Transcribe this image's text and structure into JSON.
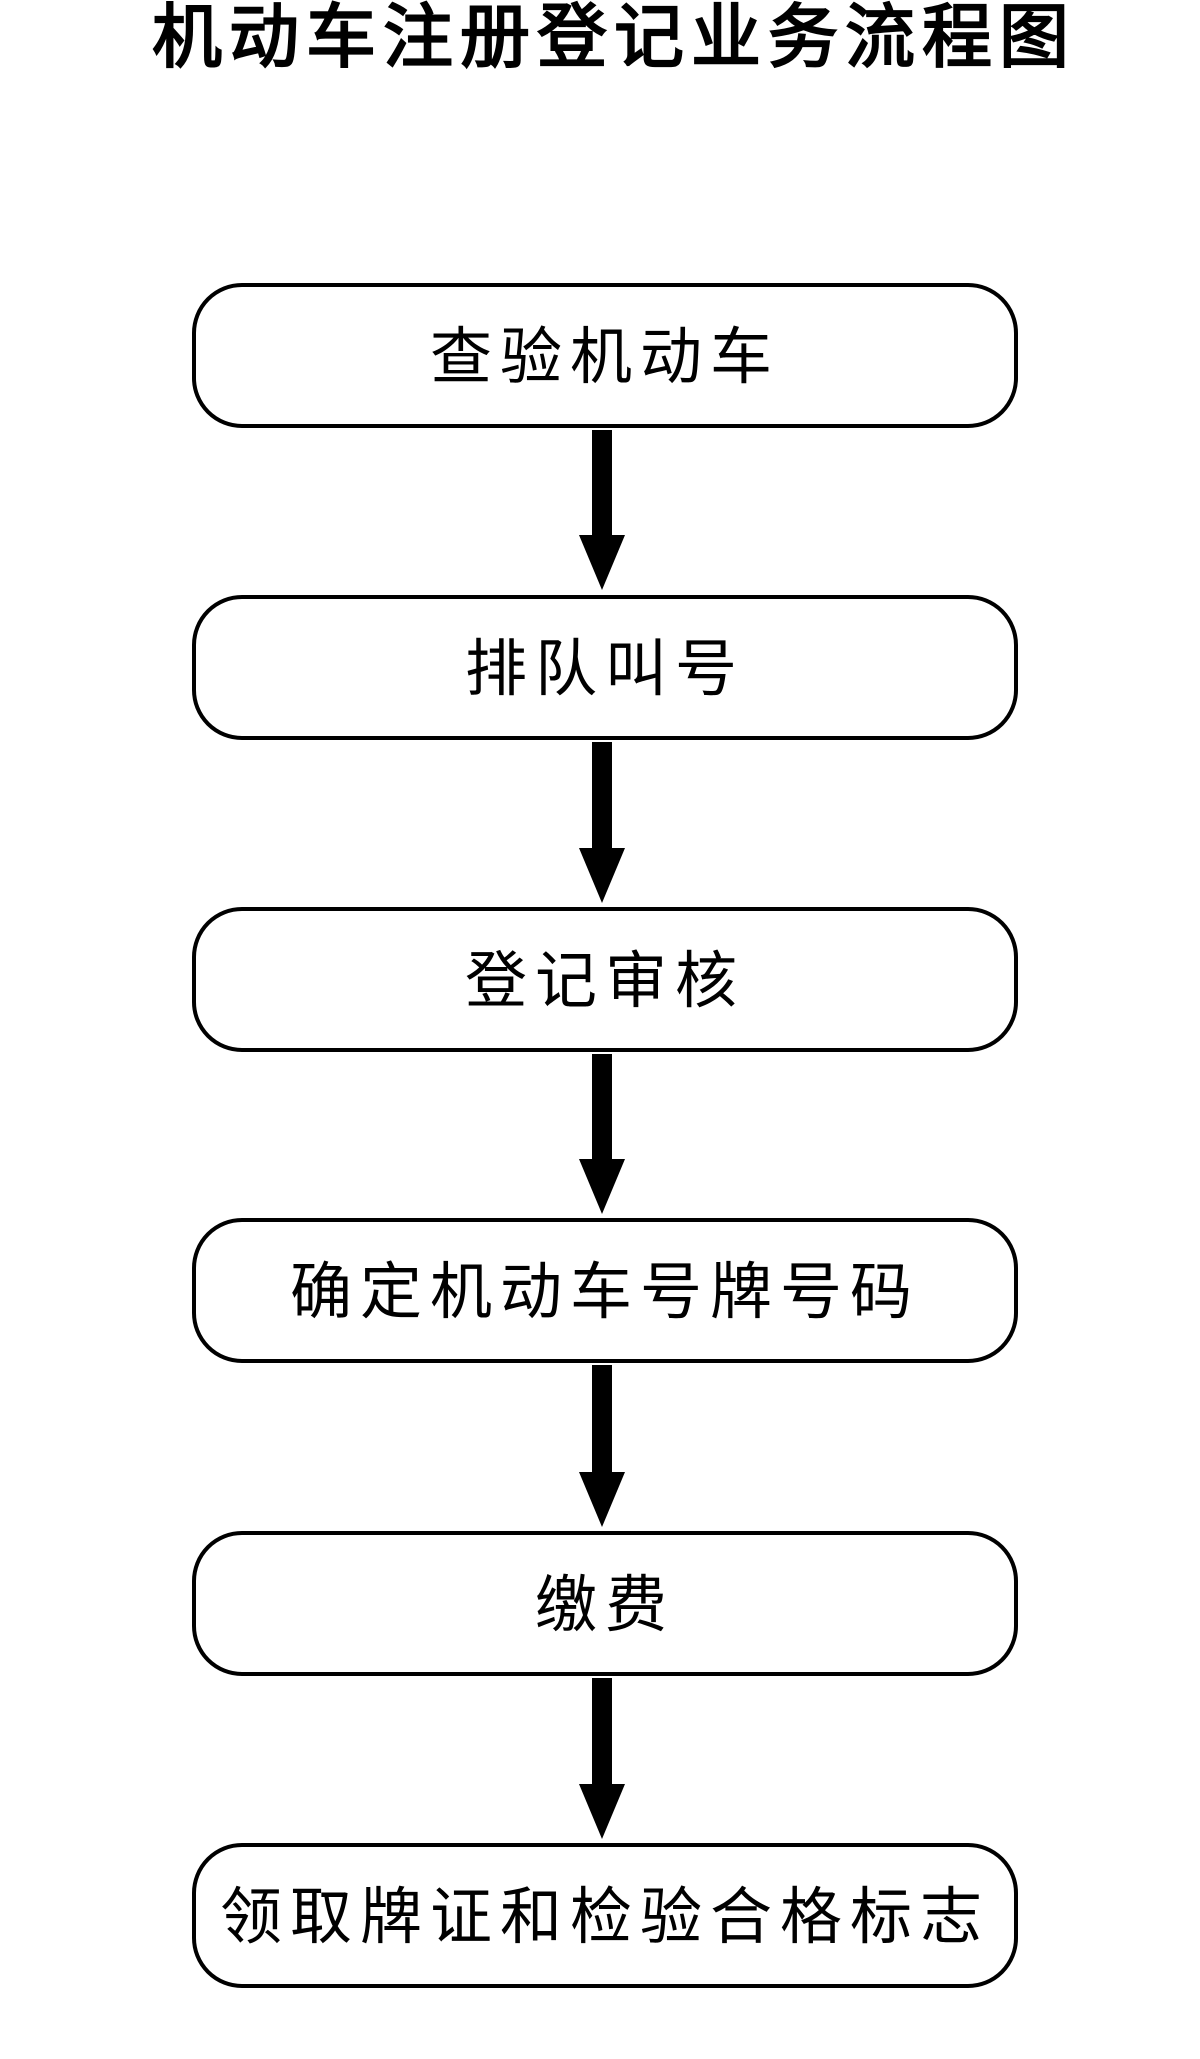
{
  "title": "机动车注册登记业务流程图",
  "flowchart": {
    "type": "flowchart",
    "direction": "top-down",
    "connector_style": "solid-down-arrow",
    "colors": {
      "stroke": "#000000",
      "text": "#000000",
      "background": "#ffffff"
    },
    "steps": [
      {
        "label": "查验机动车"
      },
      {
        "label": "排队叫号"
      },
      {
        "label": "登记审核"
      },
      {
        "label": "确定机动车号牌号码"
      },
      {
        "label": "缴费"
      },
      {
        "label": "领取牌证和检验合格标志"
      }
    ],
    "edges": [
      {
        "from": "查验机动车",
        "to": "排队叫号"
      },
      {
        "from": "排队叫号",
        "to": "登记审核"
      },
      {
        "from": "登记审核",
        "to": "确定机动车号牌号码"
      },
      {
        "from": "确定机动车号牌号码",
        "to": "缴费"
      },
      {
        "from": "缴费",
        "to": "领取牌证和检验合格标志"
      }
    ]
  }
}
